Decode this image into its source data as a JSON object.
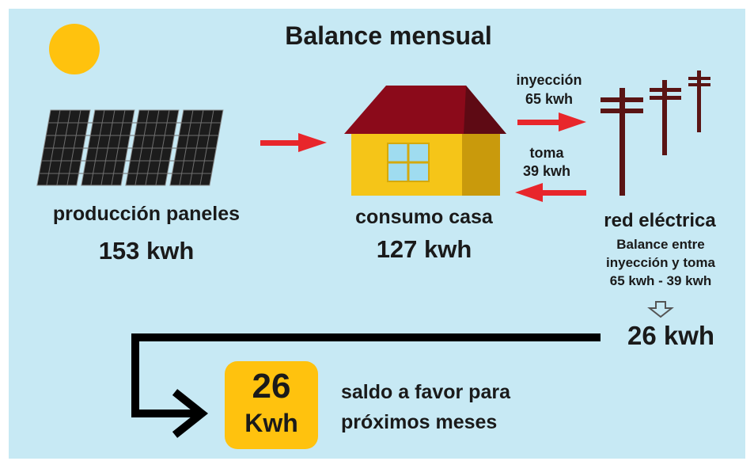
{
  "title": "Balance mensual",
  "panels": {
    "label": "producción paneles",
    "value": "153 kwh"
  },
  "house": {
    "label": "consumo casa",
    "value": "127 kwh"
  },
  "injection": {
    "label": "inyección",
    "value": "65 kwh"
  },
  "take": {
    "label": "toma",
    "value": "39 kwh"
  },
  "grid": {
    "label": "red eléctrica",
    "balance_line1": "Balance entre",
    "balance_line2": "inyección y toma",
    "balance_line3": "65 kwh - 39 kwh",
    "result": "26 kwh"
  },
  "credit": {
    "number": "26",
    "unit": "Kwh",
    "line1": "saldo a favor para",
    "line2": "próximos meses"
  },
  "colors": {
    "background": "#c7e9f4",
    "sun": "#ffc20e",
    "arrow": "#e8262b",
    "roof": "#8b0a1a",
    "wall": "#f5c518",
    "window": "#9fdcf0",
    "pole": "#5a1414",
    "credit_box": "#ffc20e"
  },
  "icons": [
    "sun-icon",
    "solar-panel-icon",
    "house-icon",
    "power-pole-icon",
    "down-arrow-icon"
  ]
}
